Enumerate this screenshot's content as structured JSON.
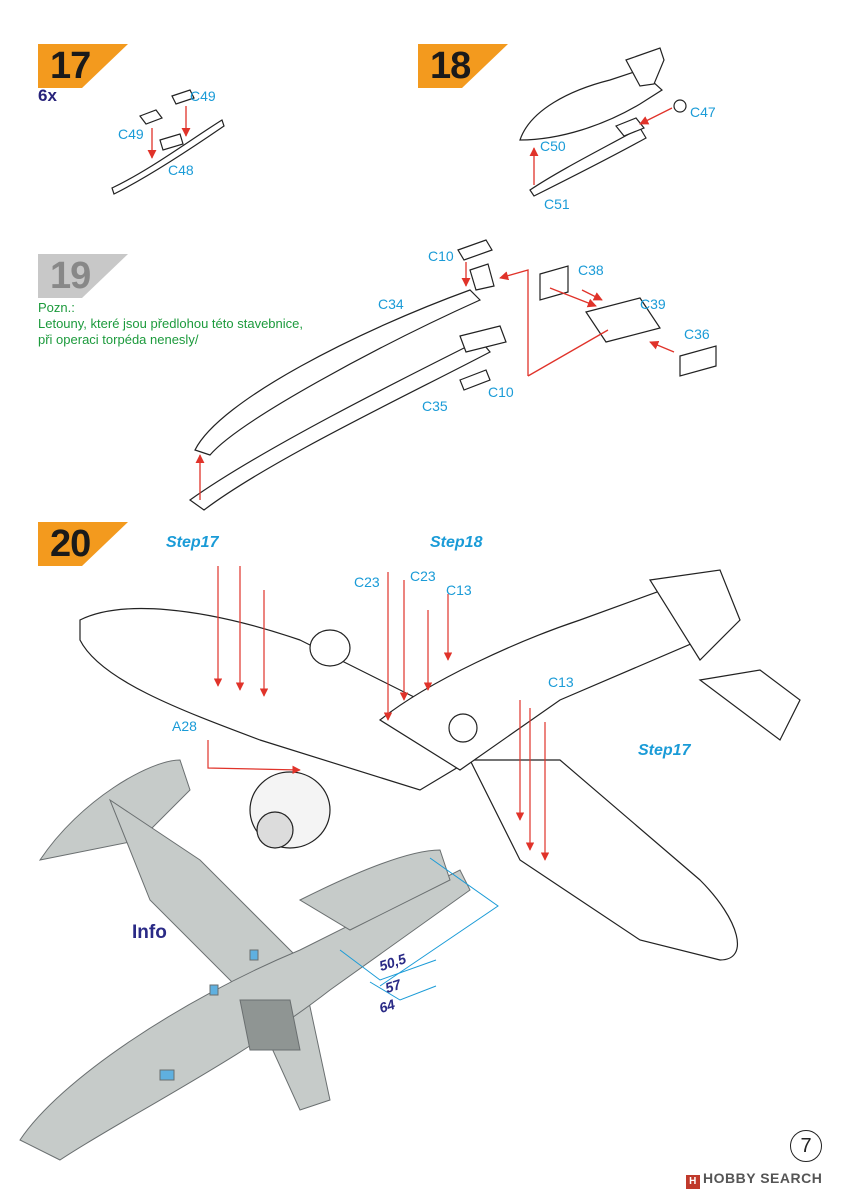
{
  "steps": {
    "s17": {
      "number": "17",
      "qty": "6x",
      "parts": {
        "c49a": "C49",
        "c49b": "C49",
        "c48": "C48"
      }
    },
    "s18": {
      "number": "18",
      "parts": {
        "c47": "C47",
        "c50": "C50",
        "c51": "C51"
      }
    },
    "s19": {
      "number": "19",
      "note": [
        "Pozn.:",
        "Letouny, které jsou předlohou této stavebnice,",
        "při operaci torpéda nenesly/"
      ],
      "parts": {
        "c10a": "C10",
        "c34": "C34",
        "c38": "C38",
        "c39": "C39",
        "c36": "C36",
        "c35": "C35",
        "c10b": "C10"
      }
    },
    "s20": {
      "number": "20",
      "refs": {
        "step17a": "Step17",
        "step18": "Step18",
        "step17b": "Step17"
      },
      "parts": {
        "c23a": "C23",
        "c23b": "C23",
        "c13a": "C13",
        "c13b": "C13",
        "a28": "A28"
      }
    },
    "info": {
      "title": "Info",
      "dims": [
        "50,5",
        "57",
        "64"
      ]
    }
  },
  "page_number": "7",
  "watermark": "HOBBY SEARCH",
  "colors": {
    "badge_orange": "#f39a1e",
    "badge_grey": "#c8c8c8",
    "label_blue": "#1a9bd7",
    "arrow_red": "#e0332a",
    "note_green": "#1c9a3c",
    "info_navy": "#2a2a86",
    "plane_grey": "#c6cbc9"
  }
}
